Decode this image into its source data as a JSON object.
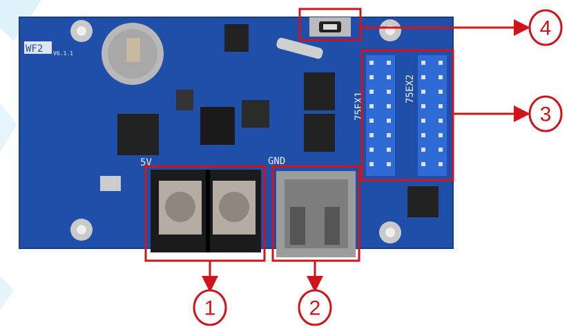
{
  "board": {
    "model": "WF2",
    "version": "V6.1.1",
    "power_plus_label": "5V",
    "power_minus_label": "GND",
    "hub1_label": "75EX1",
    "hub2_label": "75EX2"
  },
  "callouts": [
    {
      "number": "1",
      "target": "power-terminal"
    },
    {
      "number": "2",
      "target": "usb-port"
    },
    {
      "number": "3",
      "target": "hub75-outputs"
    },
    {
      "number": "4",
      "target": "test-button"
    }
  ],
  "colors": {
    "board": "#1f4fa8",
    "callout": "#d0141a",
    "header": "#2f6bd6"
  }
}
